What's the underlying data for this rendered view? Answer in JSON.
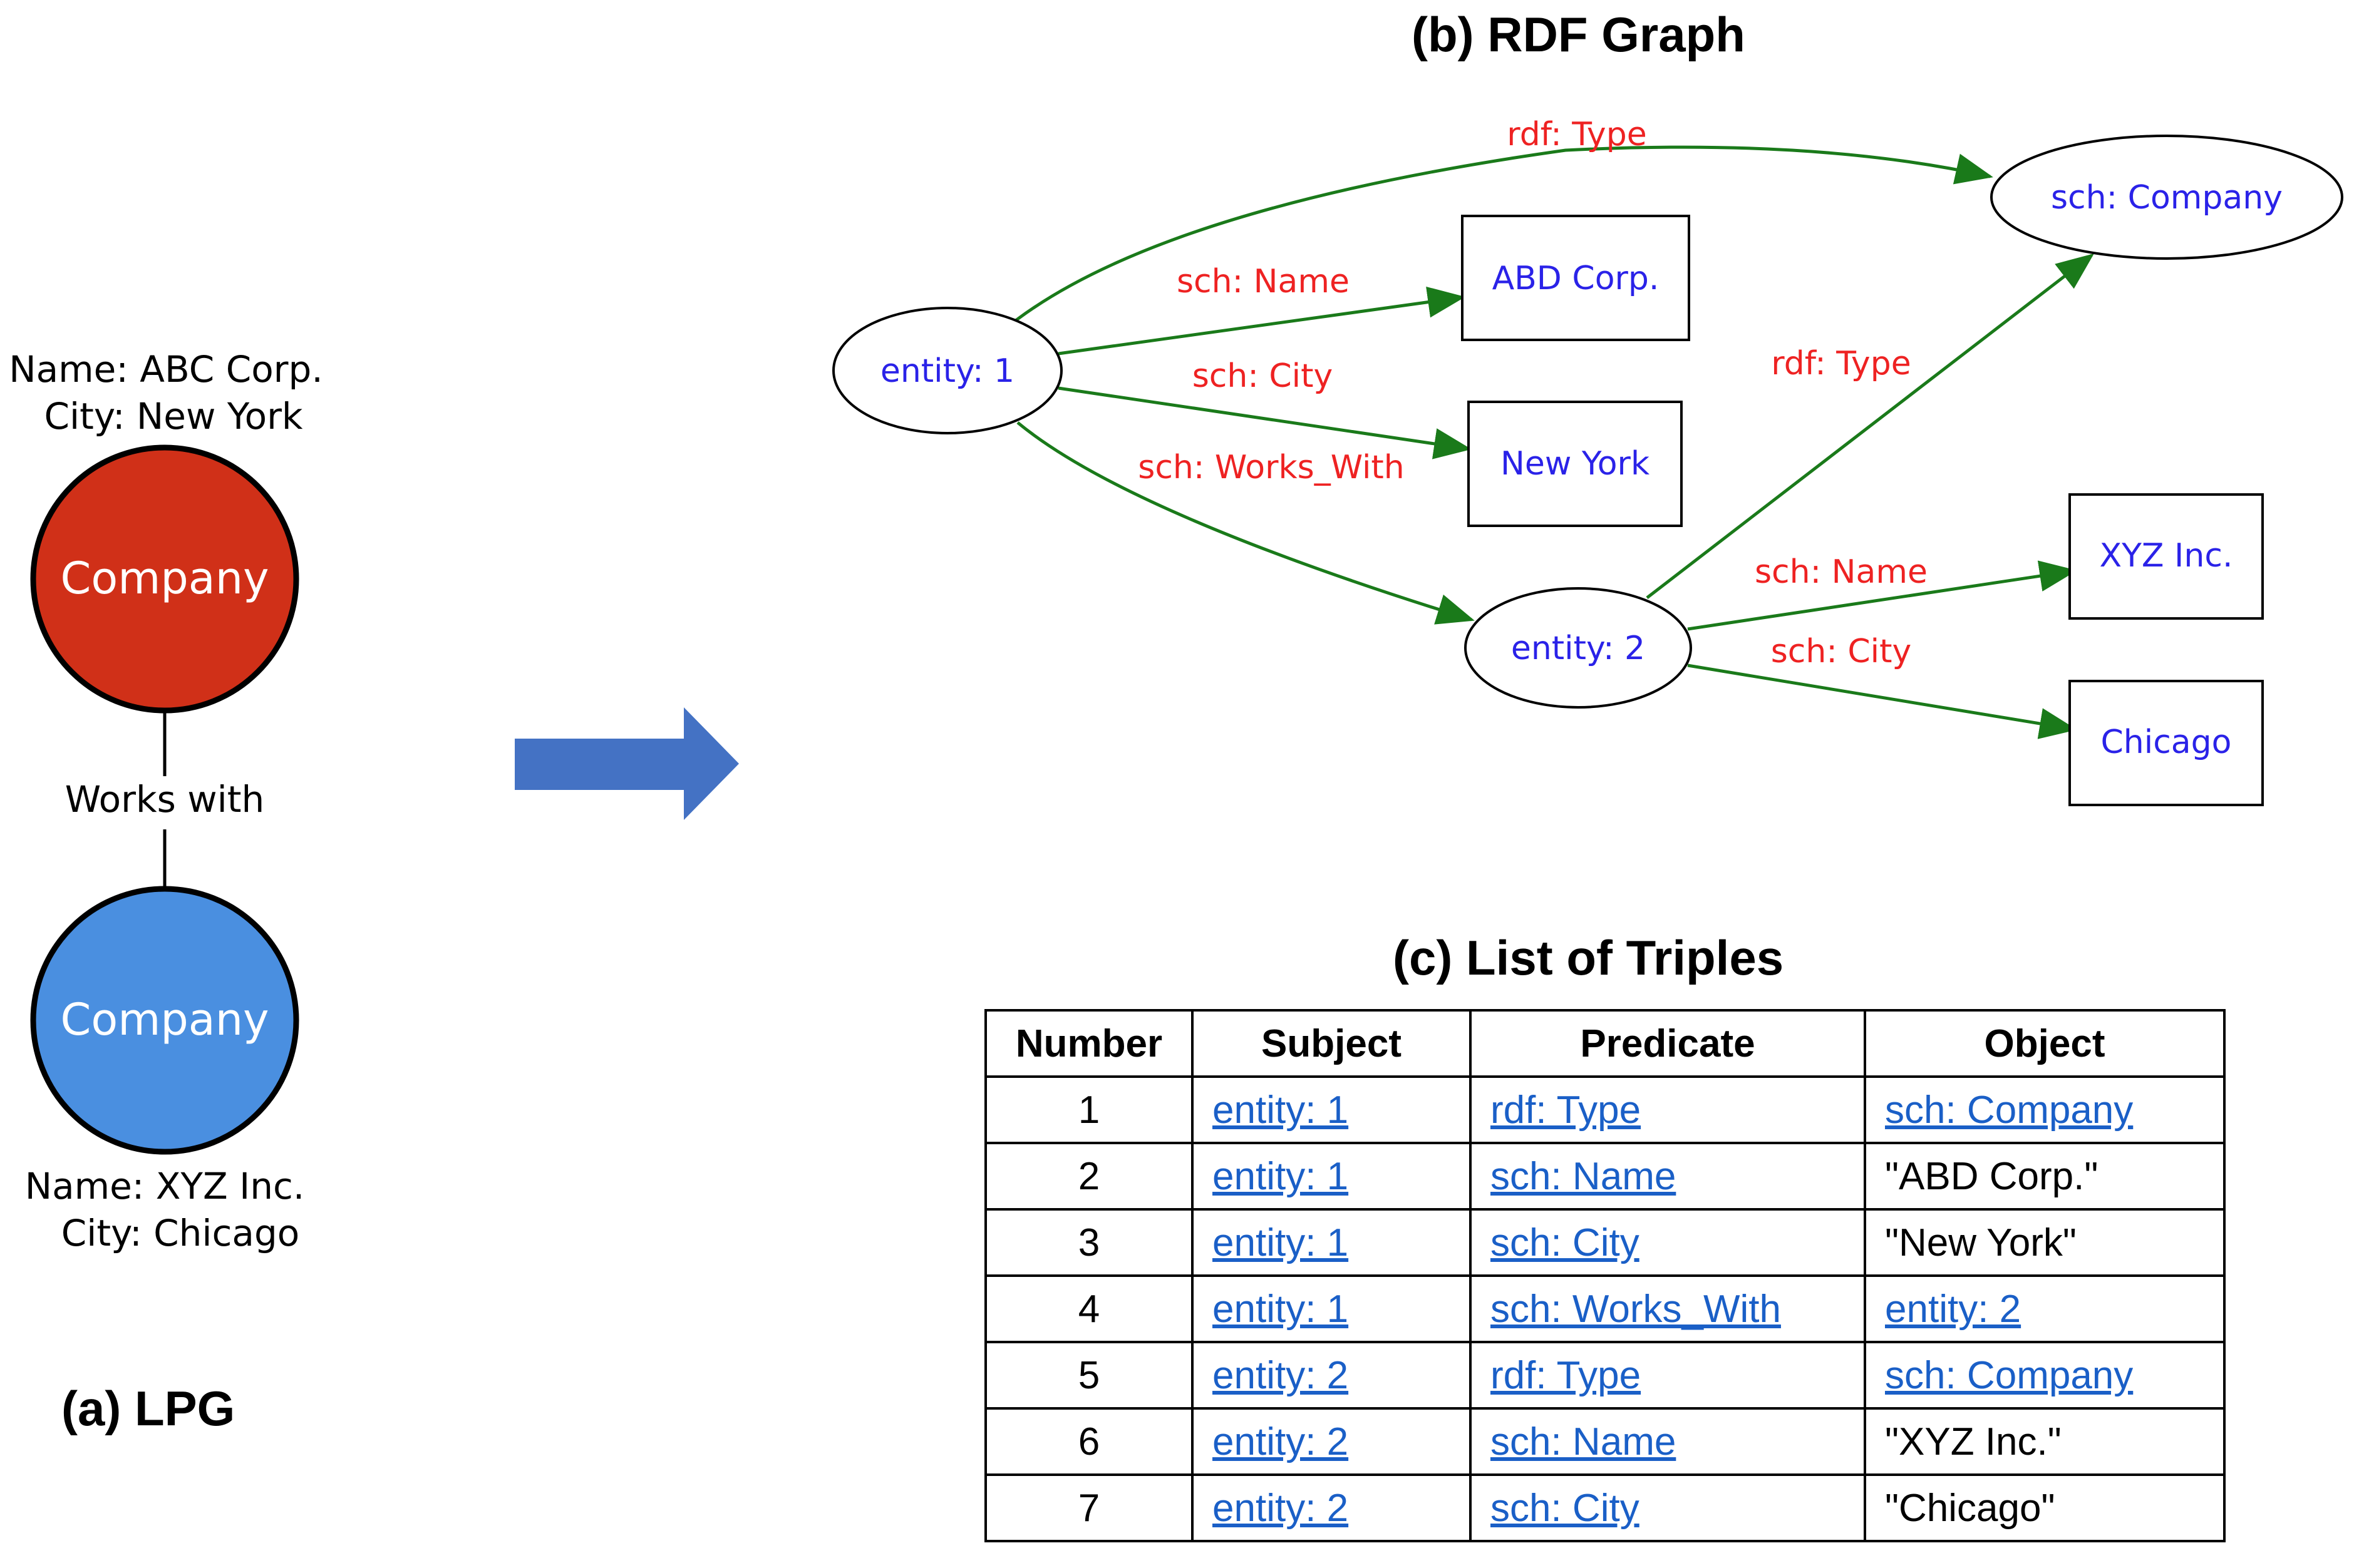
{
  "lpg": {
    "title": "(a) LPG",
    "top_node": {
      "label": "Company",
      "prop_line1": "Name: ABC Corp.",
      "prop_line2": "City: New York",
      "fill": "#d03018"
    },
    "edge_label": "Works with",
    "bottom_node": {
      "label": "Company",
      "prop_line1": "Name: XYZ Inc.",
      "prop_line2": "City: Chicago",
      "fill": "#4a8fe0"
    }
  },
  "arrow_color": "#4472c4",
  "rdf": {
    "title": "(b) RDF Graph",
    "node_text_color": "#2a22e8",
    "edge_label_color": "#ee2222",
    "edge_color": "#1a7a1a",
    "nodes": {
      "entity1": "entity: 1",
      "entity2": "entity: 2",
      "company": "sch: Company",
      "abd": "ABD Corp.",
      "newyork": "New York",
      "xyz": "XYZ Inc.",
      "chicago": "Chicago"
    },
    "edges": {
      "e1_type": "rdf: Type",
      "e1_name": "sch: Name",
      "e1_city": "sch: City",
      "e1_works": "sch: Works_With",
      "e2_type": "rdf: Type",
      "e2_name": "sch: Name",
      "e2_city": "sch: City"
    }
  },
  "triples": {
    "title": "(c) List of Triples",
    "headers": [
      "Number",
      "Subject",
      "Predicate",
      "Object"
    ],
    "rows": [
      {
        "number": "1",
        "subject": "entity: 1",
        "predicate": "rdf: Type",
        "object": "sch: Company"
      },
      {
        "number": "2",
        "subject": "entity: 1",
        "predicate": "sch: Name",
        "object": "\"ABD Corp.\""
      },
      {
        "number": "3",
        "subject": "entity: 1",
        "predicate": "sch: City",
        "object": "\"New York\""
      },
      {
        "number": "4",
        "subject": "entity: 1",
        "predicate": "sch: Works_With",
        "object": "entity: 2"
      },
      {
        "number": "5",
        "subject": "entity: 2",
        "predicate": "rdf: Type",
        "object": "sch: Company"
      },
      {
        "number": "6",
        "subject": "entity: 2",
        "predicate": "sch: Name",
        "object": "\"XYZ Inc.\""
      },
      {
        "number": "7",
        "subject": "entity: 2",
        "predicate": "sch: City",
        "object": "\"Chicago\""
      }
    ]
  }
}
